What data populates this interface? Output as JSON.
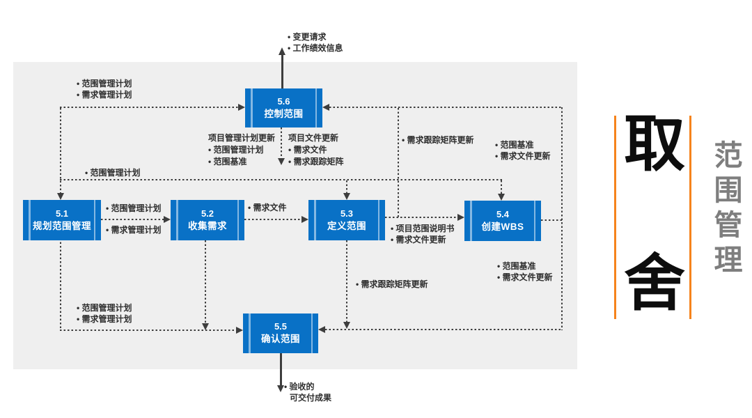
{
  "diagram": {
    "boxes": {
      "p51": {
        "num": "5.1",
        "name": "规划范围管理"
      },
      "p52": {
        "num": "5.2",
        "name": "收集需求"
      },
      "p53": {
        "num": "5.3",
        "name": "定义范围"
      },
      "p54": {
        "num": "5.4",
        "name": "创建WBS"
      },
      "p55": {
        "num": "5.5",
        "name": "确认范围"
      },
      "p56": {
        "num": "5.6",
        "name": "控制范围"
      }
    },
    "labels": {
      "top_outputs": {
        "line1": "• 变更请求",
        "line2": "• 工作绩效信息"
      },
      "plans_to_56": {
        "line1": "• 范围管理计划",
        "line2": "• 需求管理计划"
      },
      "pm_plan_updates": {
        "header": "项目管理计划更新",
        "line1": "• 范围管理计划",
        "line2": "• 范围基准"
      },
      "project_doc_updates": {
        "header": "项目文件更新",
        "line1": "• 需求文件",
        "line2": "• 需求跟踪矩阵"
      },
      "scope_mgmt_plan": {
        "line1": "• 范围管理计划"
      },
      "plans_to_52_top": {
        "line1": "• 范围管理计划"
      },
      "plans_to_52_bottom": {
        "line1": "• 需求管理计划"
      },
      "req_docs": {
        "line1": "• 需求文件"
      },
      "outputs_to_54": {
        "line1": "• 项目范围说明书",
        "line2": "• 需求文件更新"
      },
      "rtm_update_top": {
        "line1": "• 需求跟踪矩阵更新"
      },
      "baseline_to_56": {
        "line1": "• 范围基准",
        "line2": "• 需求文件更新"
      },
      "baseline_to_55": {
        "line1": "• 范围基准",
        "line2": "• 需求文件更新"
      },
      "rtm_update_bottom": {
        "line1": "• 需求跟踪矩阵更新"
      },
      "plans_to_55": {
        "line1": "• 范围管理计划",
        "line2": "• 需求管理计划"
      },
      "accepted_deliverables": {
        "line1": "• 验收的",
        "line2": "可交付成果"
      }
    }
  },
  "sidebar": {
    "big_text_top": "取",
    "big_text_bottom": "舍",
    "vertical_title": "范围管理"
  },
  "colors": {
    "process_box_blue": "#0971C6",
    "panel_background": "#EFEFEF",
    "connector_dark": "#3D3D3D",
    "accent_orange": "#F6831C",
    "vertical_title_gray": "#7E7E7E"
  }
}
